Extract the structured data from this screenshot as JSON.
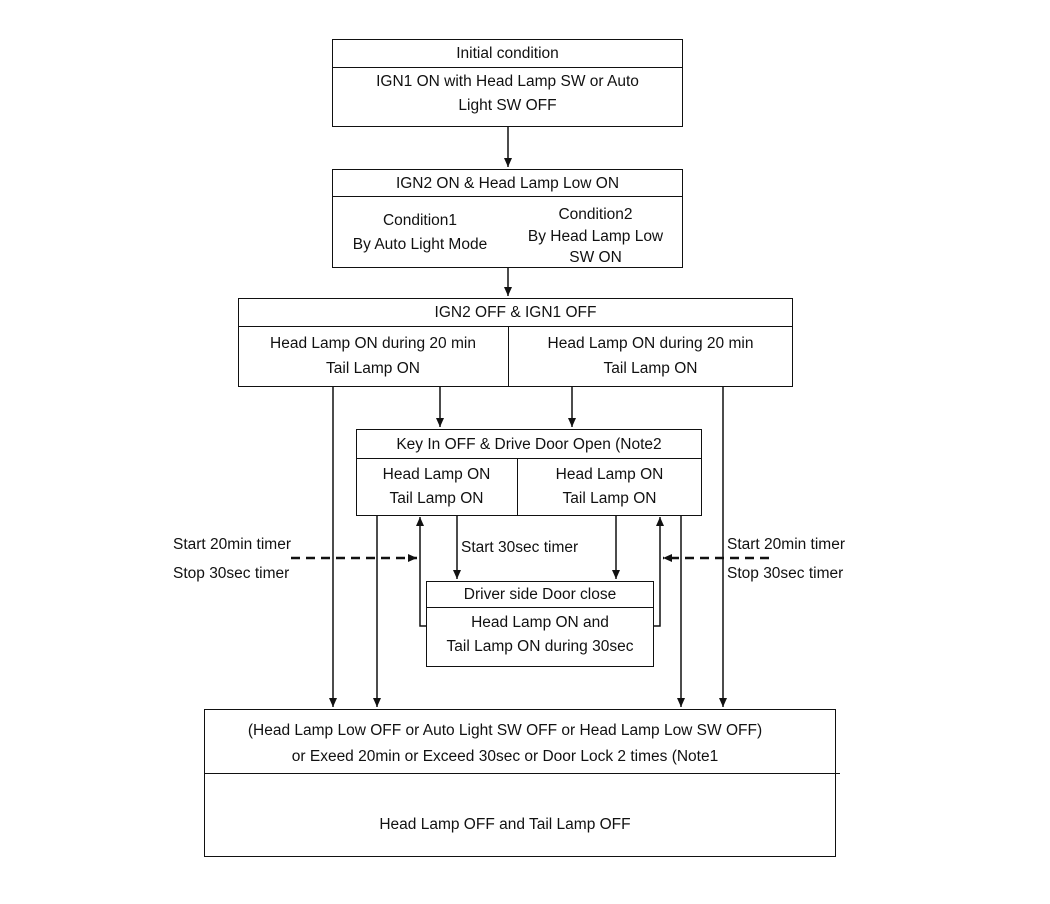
{
  "boxes": {
    "initial": {
      "header": "Initial condition",
      "body_line1": "IGN1 ON with Head Lamp SW or Auto",
      "body_line2": "Light SW OFF"
    },
    "ign2_on": {
      "header": "IGN2 ON & Head Lamp Low ON",
      "cond1_line1": "Condition1",
      "cond1_line2": "By Auto Light Mode",
      "cond2_line1": "Condition2",
      "cond2_line2": "By Head Lamp Low",
      "cond2_line3": "SW ON"
    },
    "ign2_off": {
      "header": "IGN2 OFF & IGN1 OFF",
      "left_line1": "Head Lamp ON during 20 min",
      "left_line2": "Tail Lamp ON",
      "right_line1": "Head Lamp ON during 20 min",
      "right_line2": "Tail Lamp ON"
    },
    "key_in": {
      "header": "Key In OFF & Drive Door Open (Note2",
      "left_line1": "Head Lamp ON",
      "left_line2": "Tail Lamp ON",
      "right_line1": "Head Lamp ON",
      "right_line2": "Tail Lamp ON"
    },
    "door_close": {
      "header": "Driver side Door close",
      "body_line1": "Head Lamp ON and",
      "body_line2": "Tail Lamp ON during 30sec"
    },
    "final": {
      "cond_line1": "(Head Lamp Low OFF or Auto Light SW OFF or Head Lamp Low SW OFF)",
      "cond_line2": "or Exeed 20min or Exceed 30sec or Door Lock 2 times (Note1",
      "result": "Head Lamp OFF and Tail Lamp OFF"
    }
  },
  "labels": {
    "left_timer_line1": "Start 20min timer",
    "left_timer_line2": "Stop 30sec timer",
    "right_timer_line1": "Start 20min timer",
    "right_timer_line2": "Stop 30sec timer",
    "center_timer": "Start 30sec timer"
  }
}
